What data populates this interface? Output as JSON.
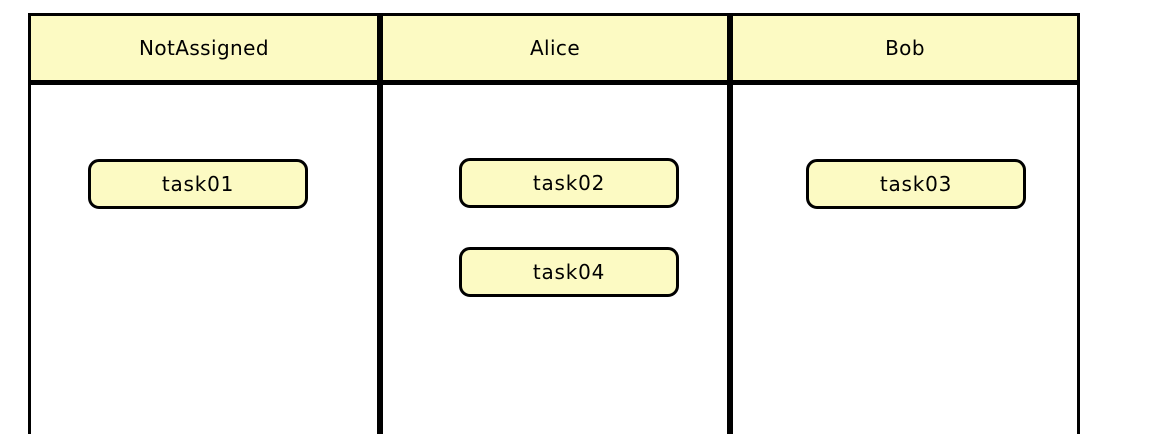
{
  "diagram": {
    "type": "kanban-board",
    "colors": {
      "fill": "#fcfac3",
      "border": "#000000",
      "text": "#000000",
      "bg": "#ffffff"
    },
    "columns": [
      {
        "id": "notassigned",
        "label": "NotAssigned",
        "tasks": [
          {
            "label": "task01"
          }
        ]
      },
      {
        "id": "alice",
        "label": "Alice",
        "tasks": [
          {
            "label": "task02"
          },
          {
            "label": "task04"
          }
        ]
      },
      {
        "id": "bob",
        "label": "Bob",
        "tasks": [
          {
            "label": "task03"
          }
        ]
      }
    ]
  }
}
